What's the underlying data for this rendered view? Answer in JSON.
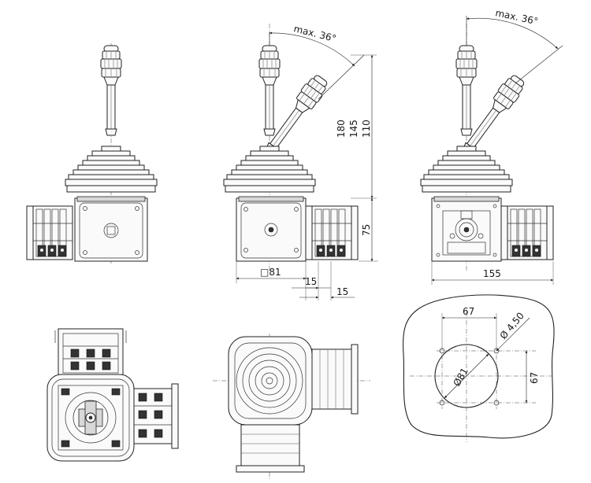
{
  "dimensions": {
    "angle_side": "max. 36°",
    "angle_right": "max. 36°",
    "h180": "180",
    "h145": "145",
    "h110": "110",
    "h75": "75",
    "square81": "□81",
    "w15a": "15",
    "w15b": "15",
    "w155": "155",
    "w67": "67",
    "h67": "67",
    "dia81": "Ø81",
    "hole450": "Ø 4,50"
  },
  "colors": {
    "line": "#222222",
    "background": "#ffffff"
  }
}
